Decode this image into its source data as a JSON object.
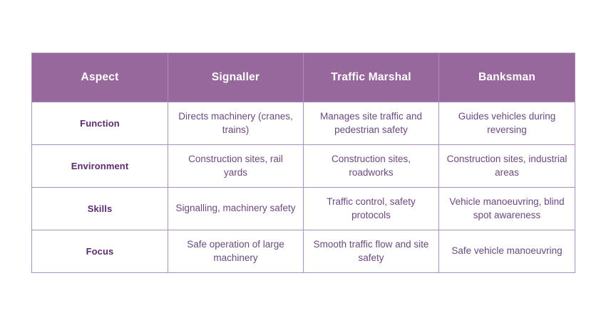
{
  "colors": {
    "page_background": "#ffffff",
    "header_background": "#96689b",
    "header_text": "#ffffff",
    "border": "#a98fbc",
    "aspect_label_text": "#5b2c6f",
    "body_text": "#6b4a7d"
  },
  "table": {
    "columns": [
      {
        "key": "aspect",
        "label": "Aspect"
      },
      {
        "key": "signaller",
        "label": "Signaller"
      },
      {
        "key": "traffic_marshal",
        "label": "Traffic Marshal"
      },
      {
        "key": "banksman",
        "label": "Banksman"
      }
    ],
    "rows": [
      {
        "aspect": "Function",
        "signaller": "Directs machinery (cranes, trains)",
        "traffic_marshal": "Manages site traffic and pedestrian safety",
        "banksman": "Guides vehicles during reversing"
      },
      {
        "aspect": "Environment",
        "signaller": "Construction sites, rail yards",
        "traffic_marshal": "Construction sites, roadworks",
        "banksman": "Construction sites, industrial areas"
      },
      {
        "aspect": "Skills",
        "signaller": "Signalling, machinery safety",
        "traffic_marshal": "Traffic control, safety protocols",
        "banksman": "Vehicle manoeuvring, blind spot awareness"
      },
      {
        "aspect": "Focus",
        "signaller": "Safe operation of large machinery",
        "traffic_marshal": "Smooth traffic flow and site safety",
        "banksman": "Safe vehicle manoeuvring"
      }
    ]
  }
}
